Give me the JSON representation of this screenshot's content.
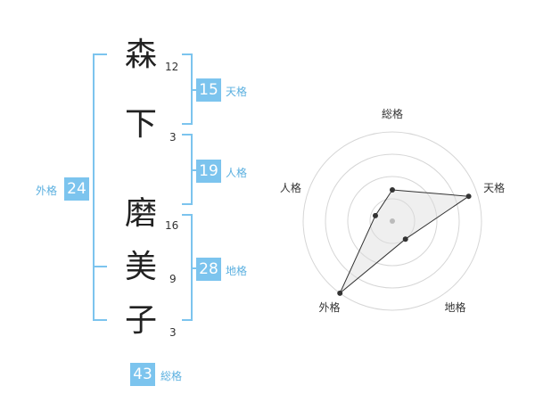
{
  "characters": [
    {
      "char": "森",
      "strokes": "12"
    },
    {
      "char": "下",
      "strokes": "3"
    },
    {
      "char": "磨",
      "strokes": "16"
    },
    {
      "char": "美",
      "strokes": "9"
    },
    {
      "char": "子",
      "strokes": "3"
    }
  ],
  "fortunes": {
    "tenkaku": {
      "value": "15",
      "label": "天格"
    },
    "jinkaku": {
      "value": "19",
      "label": "人格"
    },
    "chikaku": {
      "value": "28",
      "label": "地格"
    },
    "gaikaku": {
      "value": "24",
      "label": "外格"
    },
    "soukaku": {
      "value": "43",
      "label": "総格"
    }
  },
  "colors": {
    "accent": "#7cc4ee",
    "accent_text": "#5bb0e0",
    "text": "#222222"
  },
  "chart_data": {
    "type": "radar",
    "axes": [
      "総格",
      "天格",
      "地格",
      "外格",
      "人格"
    ],
    "rings": 4,
    "values": [
      0.35,
      0.9,
      0.25,
      1.0,
      0.2
    ]
  }
}
